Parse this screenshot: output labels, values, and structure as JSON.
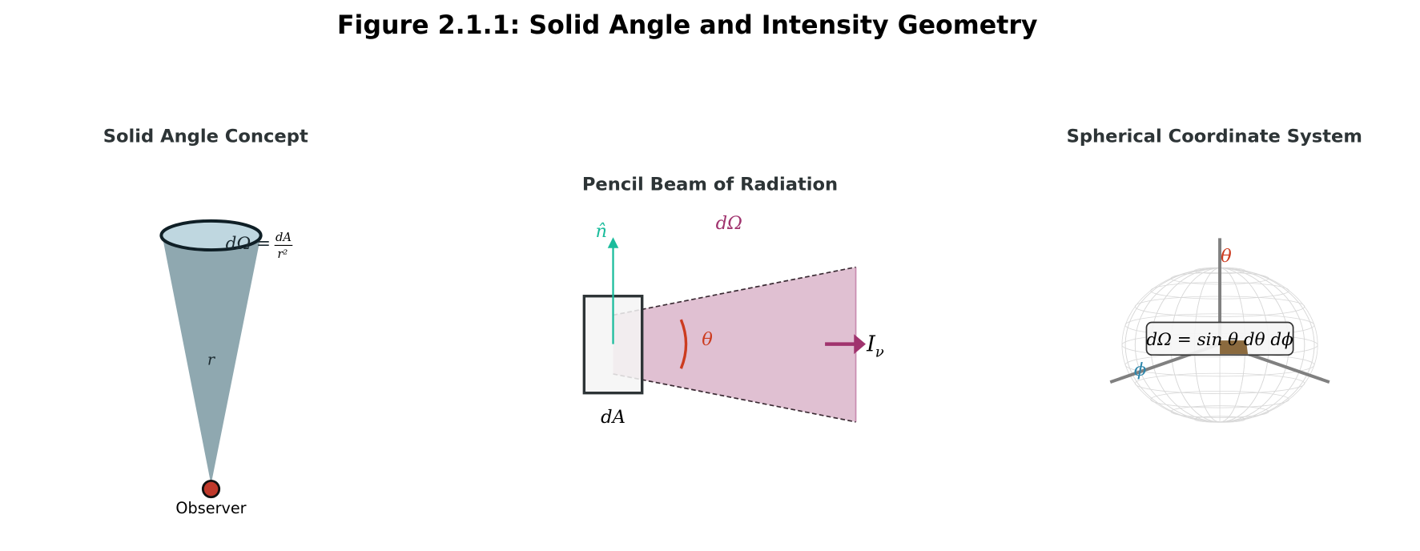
{
  "title": "Figure 2.1.1: Solid Angle and Intensity Geometry",
  "panels": {
    "solid_angle": {
      "title": "Solid Angle Concept",
      "formula_lhs": "dΩ =",
      "formula_num": "dA",
      "formula_den": "r²",
      "radius_label": "r",
      "observer_label": "Observer"
    },
    "pencil_beam": {
      "title": "Pencil Beam of Radiation",
      "normal_label": "n̂",
      "solid_angle_label": "dΩ",
      "angle_label": "θ",
      "area_label": "dA",
      "intensity_label": "I",
      "intensity_subscript": "ν"
    },
    "spherical": {
      "title": "Spherical Coordinate System",
      "theta_label": "θ",
      "phi_label": "ϕ",
      "formula": "dΩ = sin θ dθ dϕ"
    }
  },
  "colors": {
    "cone": "#8fa8b0",
    "cone_top": "#bfd7e0",
    "observer": "#c0392b",
    "normal": "#1abc9c",
    "beam": "#e0c0d2",
    "beam_accent": "#a0336e",
    "theta": "#cc3b1f",
    "phi": "#2e86ab",
    "patch": "#8b6a3e"
  }
}
